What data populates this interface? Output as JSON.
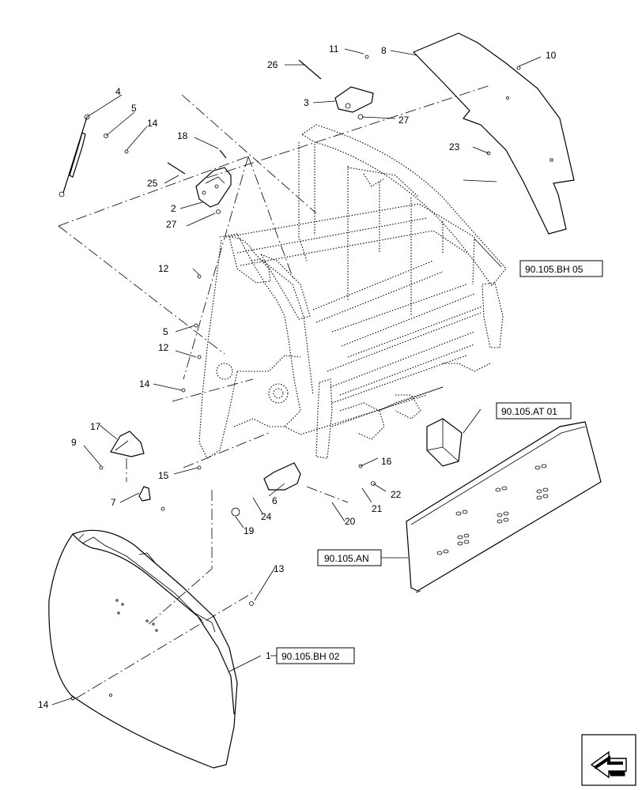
{
  "callouts": {
    "c1": "1",
    "c2": "2",
    "c3": "3",
    "c4": "4",
    "c5a": "5",
    "c5b": "5",
    "c6": "6",
    "c7": "7",
    "c8": "8",
    "c9": "9",
    "c10": "10",
    "c11": "11",
    "c12a": "12",
    "c12b": "12",
    "c13": "13",
    "c14a": "14",
    "c14b": "14",
    "c14c": "14",
    "c15": "15",
    "c16": "16",
    "c17": "17",
    "c18": "18",
    "c19": "19",
    "c20": "20",
    "c21": "21",
    "c22": "22",
    "c23": "23",
    "c24": "24",
    "c25": "25",
    "c26": "26",
    "c27a": "27",
    "c27b": "27"
  },
  "references": {
    "bh05": "90.105.BH 05",
    "at01": "90.105.AT 01",
    "an": "90.105.AN",
    "bh02": "90.105.BH 02"
  },
  "icons": {
    "nav": "view-direction-arrow-icon"
  }
}
